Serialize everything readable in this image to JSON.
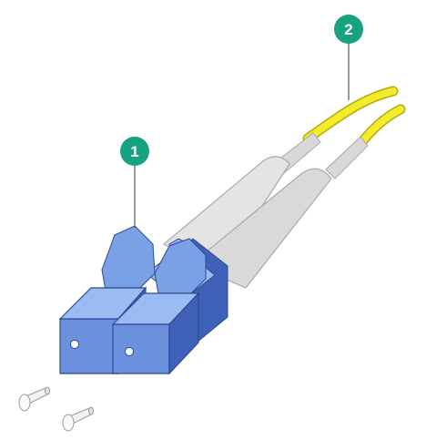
{
  "callouts": [
    {
      "label": "1"
    },
    {
      "label": "2"
    }
  ],
  "colors": {
    "callout_fill": "#17a37f",
    "callout_text": "#ffffff",
    "leader_line": "#555555",
    "fiber_yellow": "#f4ec2a",
    "boot_gray": "#e2e2e2",
    "connector_blue": "#6b90dd",
    "connector_blue_light": "#9bbcf2",
    "connector_blue_dark": "#3f62b8",
    "dust_cap": "#f2f2f2"
  },
  "icons": [
    "lc-duplex-connector",
    "fiber-optic-cable",
    "dust-cap"
  ]
}
